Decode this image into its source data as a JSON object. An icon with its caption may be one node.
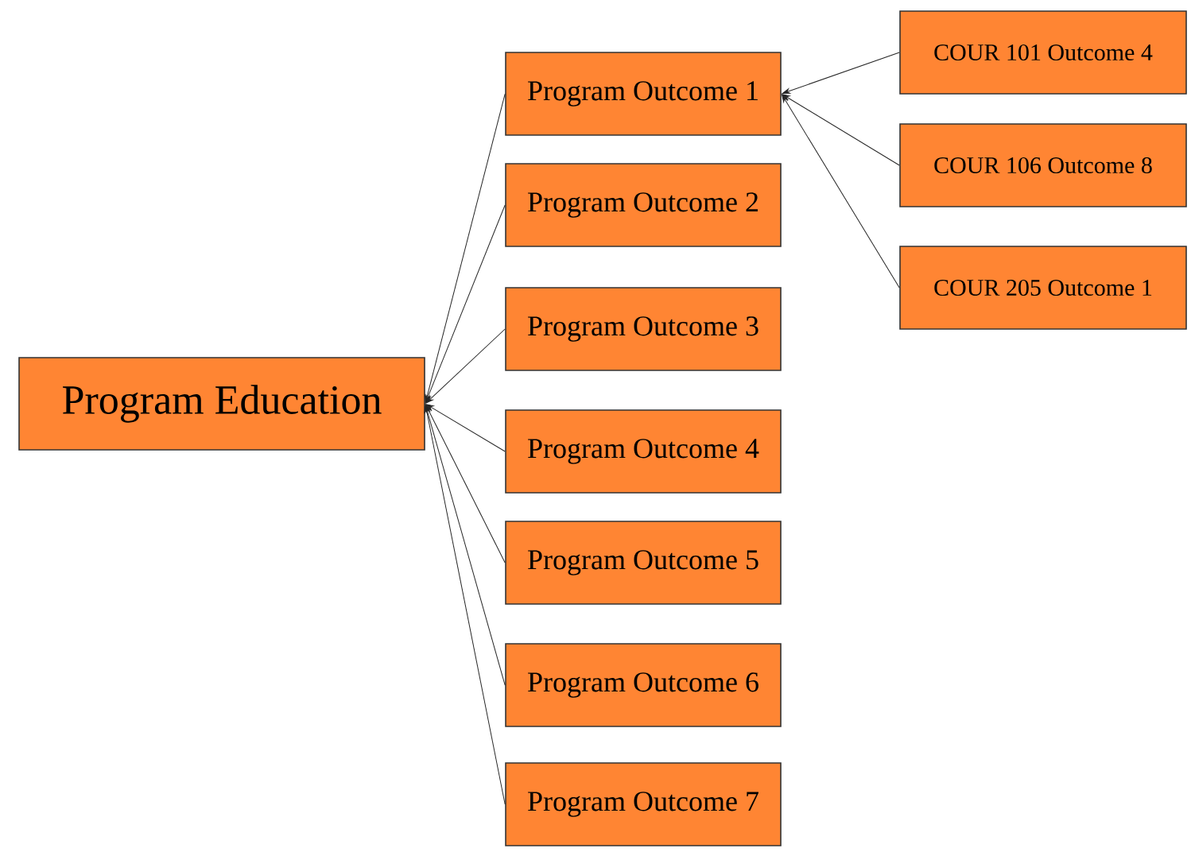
{
  "diagram": {
    "nodes": [
      {
        "text": [
          "Program Education"
        ]
      },
      {
        "text": [
          "Program Outcome 1"
        ]
      },
      {
        "text": [
          "Program Outcome 2"
        ]
      },
      {
        "text": [
          "Program Outcome 3"
        ]
      },
      {
        "text": [
          "Program Outcome 4"
        ]
      },
      {
        "text": [
          "Program Outcome 5"
        ]
      },
      {
        "text": [
          "Program Outcome 6"
        ]
      },
      {
        "text": [
          "Program Outcome 7"
        ]
      },
      {
        "text": [
          "COUR 101 Outcome 4"
        ]
      },
      {
        "text": [
          "COUR 106 Outcome 8"
        ]
      },
      {
        "text": [
          "COUR 205 Outcome 1"
        ]
      }
    ],
    "edges": [
      {
        "from": 1,
        "to": 0,
        "arrow": "to"
      },
      {
        "from": 2,
        "to": 0,
        "arrow": "to"
      },
      {
        "from": 3,
        "to": 0,
        "arrow": "to"
      },
      {
        "from": 4,
        "to": 0,
        "arrow": "to"
      },
      {
        "from": 5,
        "to": 0,
        "arrow": "to"
      },
      {
        "from": 6,
        "to": 0,
        "arrow": "to"
      },
      {
        "from": 7,
        "to": 0,
        "arrow": "to"
      },
      {
        "from": 8,
        "to": 1,
        "arrow": "to"
      },
      {
        "from": 9,
        "to": 1,
        "arrow": "to"
      },
      {
        "from": 10,
        "to": 1,
        "arrow": "to"
      }
    ]
  }
}
